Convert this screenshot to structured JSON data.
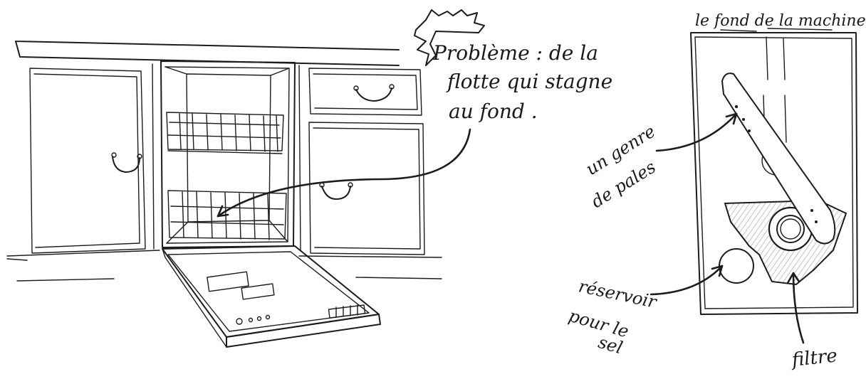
{
  "annotations": {
    "probleme_line1": "Problème : de la",
    "probleme_line2": "flotte qui stagne",
    "probleme_line3": "au fond .",
    "title_fond": "le fond de la machine :",
    "pales_line1": "un genre",
    "pales_line2": "de pales",
    "reservoir_line1": "réservoir",
    "reservoir_line2": "pour le",
    "reservoir_line3": "sel",
    "filtre": "filtre"
  },
  "colors": {
    "ink": "#1c1c1c",
    "hatch": "#9a9a9a",
    "background": "#ffffff"
  }
}
